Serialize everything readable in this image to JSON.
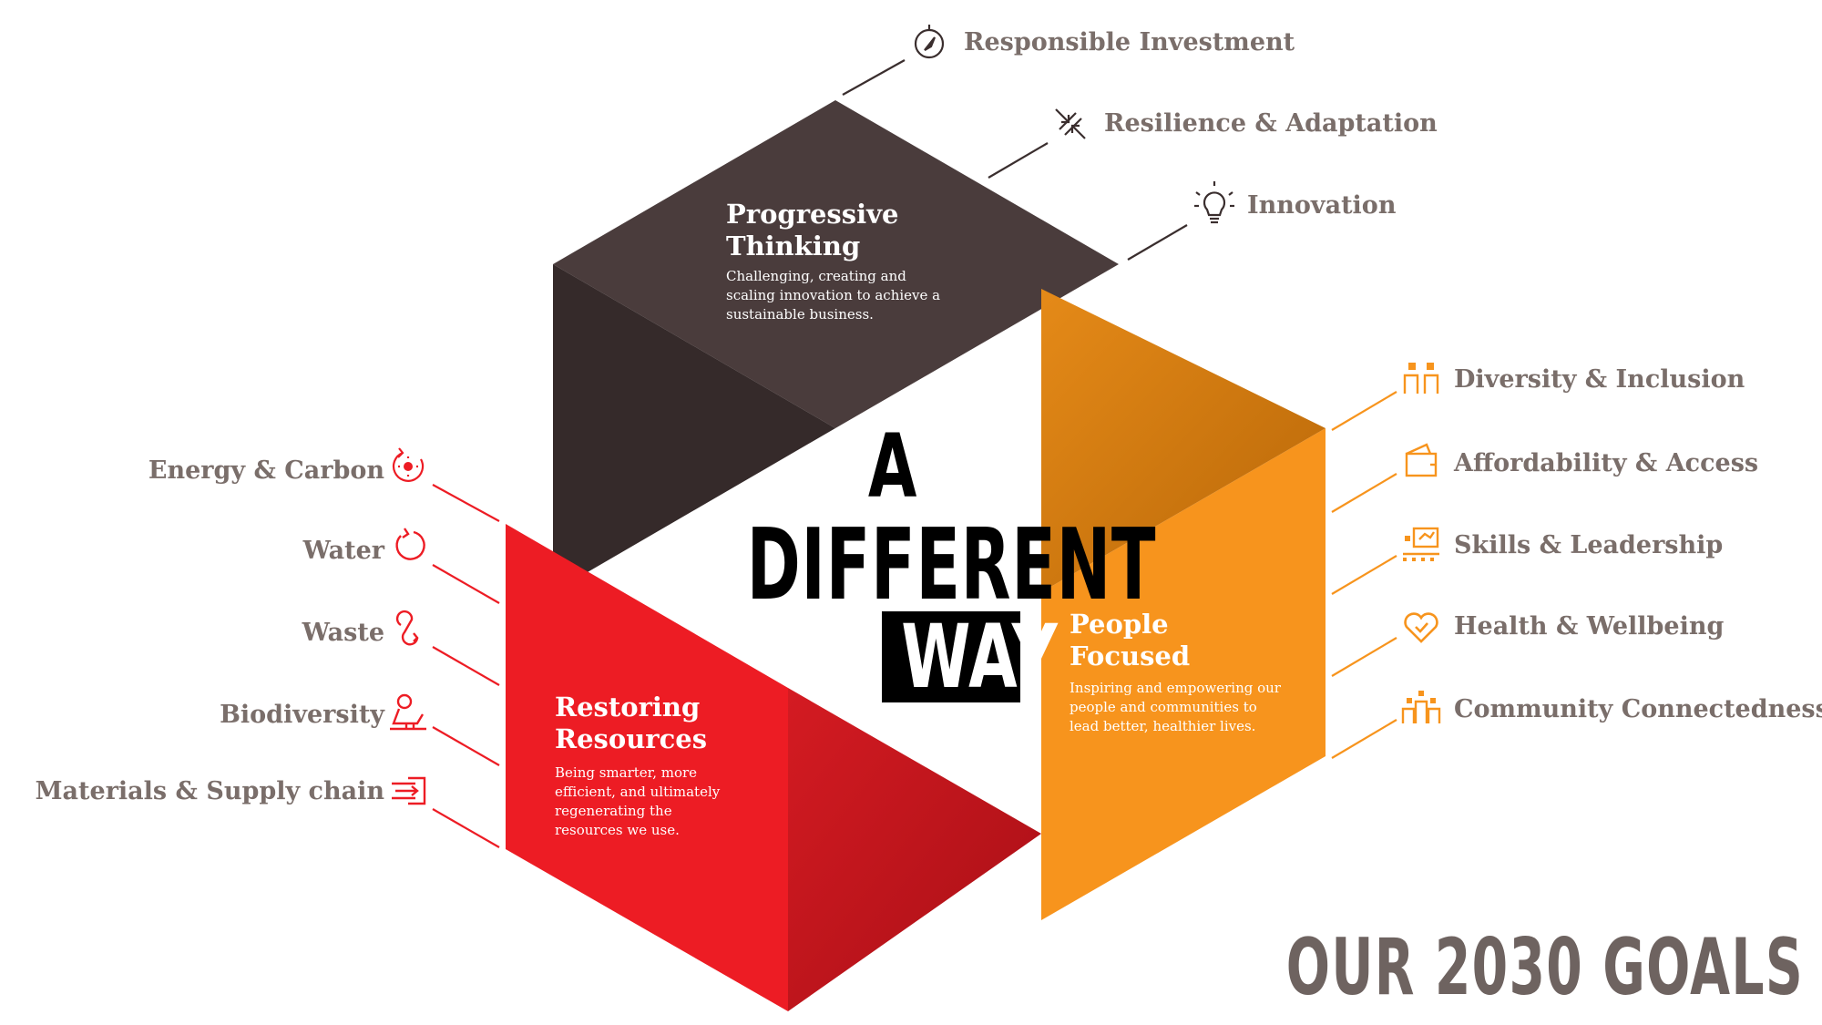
{
  "center": {
    "line1": "A",
    "line2": "DIFFERENT",
    "line3": "WAY"
  },
  "footer": {
    "title": "OUR 2030 GOALS"
  },
  "colors": {
    "dark": "#4a3c3c",
    "orange": "#f7941d",
    "red": "#ed1c24",
    "label_grey": "#7a6e6a"
  },
  "pillars": {
    "progressive": {
      "title_line1": "Progressive",
      "title_line2": "Thinking",
      "description": "Challenging, creating and scaling innovation to achieve a sustainable business."
    },
    "people": {
      "title_line1": "People",
      "title_line2": "Focused",
      "description": "Inspiring and empowering our people and communities to lead better, healthier lives."
    },
    "restoring": {
      "title_line1": "Restoring",
      "title_line2": "Resources",
      "description": "Being smarter, more efficient, and ultimately regenerating the resources we use."
    }
  },
  "goals": {
    "progressive": [
      {
        "label": "Responsible Investment",
        "icon": "compass-icon"
      },
      {
        "label": "Resilience & Adaptation",
        "icon": "arrows-icon"
      },
      {
        "label": "Innovation",
        "icon": "lightbulb-icon"
      }
    ],
    "people": [
      {
        "label": "Diversity & Inclusion",
        "icon": "people-icon"
      },
      {
        "label": "Affordability & Access",
        "icon": "wallet-icon"
      },
      {
        "label": "Skills & Leadership",
        "icon": "presentation-icon"
      },
      {
        "label": "Health & Wellbeing",
        "icon": "heart-icon"
      },
      {
        "label": "Community Connectedness",
        "icon": "community-icon"
      }
    ],
    "restoring": [
      {
        "label": "Energy & Carbon",
        "icon": "sun-icon"
      },
      {
        "label": "Water",
        "icon": "water-drop-icon"
      },
      {
        "label": "Waste",
        "icon": "waste-loop-icon"
      },
      {
        "label": "Biodiversity",
        "icon": "bird-icon"
      },
      {
        "label": "Materials & Supply chain",
        "icon": "supply-chain-icon"
      }
    ]
  }
}
